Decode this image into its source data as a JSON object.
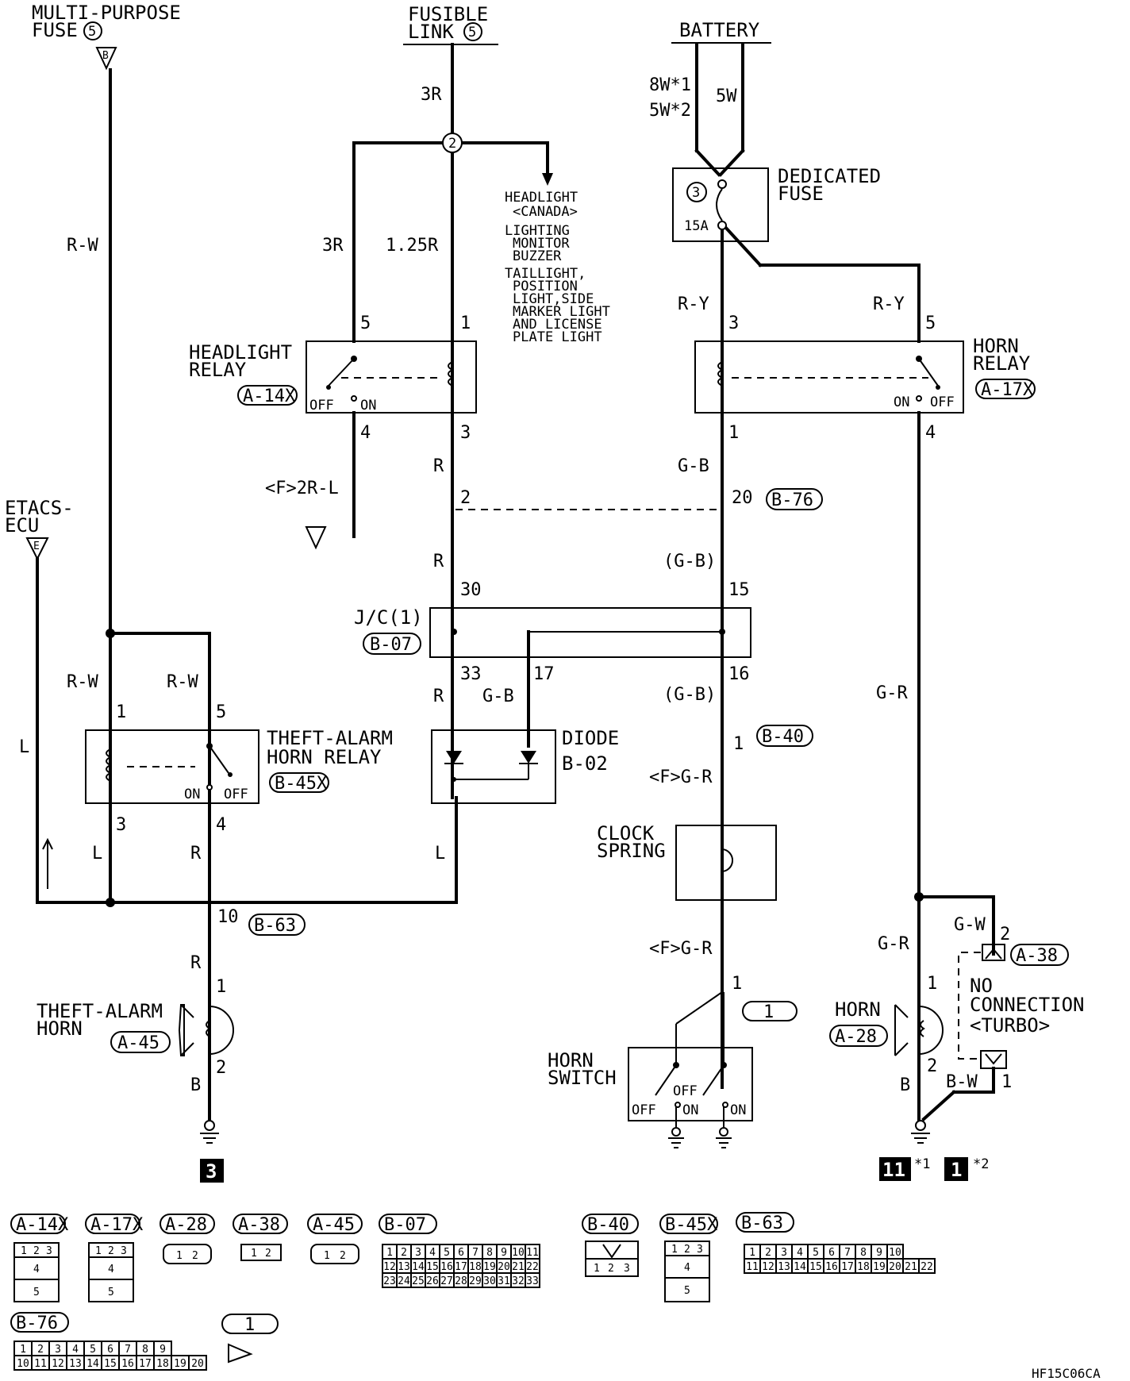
{
  "sources": {
    "multi_purpose_fuse": {
      "line1": "MULTI-PURPOSE",
      "line2": "FUSE",
      "num": "5",
      "conn": "B"
    },
    "fusible_link": {
      "line1": "FUSIBLE",
      "line2": "LINK",
      "num": "5"
    },
    "battery": {
      "label": "BATTERY",
      "wire_a1": "8W*1",
      "wire_a2": "5W*2",
      "wire_b": "5W"
    },
    "etacs": {
      "line1": "ETACS-",
      "line2": "ECU",
      "conn": "E"
    }
  },
  "dedicated_fuse": {
    "line1": "DEDICATED",
    "line2": "FUSE",
    "num": "3",
    "amp": "15A"
  },
  "splice": {
    "num": "2"
  },
  "feeds_list": {
    "i1a": "HEADLIGHT",
    "i1b": "<CANADA>",
    "i2a": "LIGHTING",
    "i2b": "MONITOR",
    "i2c": "BUZZER",
    "i3a": "TAILLIGHT,",
    "i3b": "POSITION",
    "i3c": "LIGHT,SIDE",
    "i3d": "MARKER LIGHT",
    "i3e": "AND LICENSE",
    "i3f": "PLATE LIGHT"
  },
  "wires": {
    "r_w_main": "R-W",
    "fl_3r": "3R",
    "fl_3r_branch": "3R",
    "fl_125r": "1.25R",
    "r_y_a": "R-Y",
    "r_y_b": "R-Y",
    "hl_out": "<F>2R-L",
    "r_1": "R",
    "r_2": "R",
    "r_3": "R",
    "l_1": "L",
    "l_2": "L",
    "l_3": "L",
    "g_b_1": "G-B",
    "g_b_2": "(G-B)",
    "g_b_3": "(G-B)",
    "g_b_diode": "G-B",
    "g_r_main": "G-R",
    "g_r_horn": "G-R",
    "g_w": "G-W",
    "f_g_r_1": "<F>G-R",
    "f_g_r_2": "<F>G-R",
    "r_w_1": "R-W",
    "r_w_2": "R-W",
    "r_horn": "R",
    "b_1": "B",
    "b_2": "B",
    "b_w": "B-W"
  },
  "components": {
    "headlight_relay": {
      "line1": "HEADLIGHT",
      "line2": "RELAY",
      "ref": "A-14X",
      "off": "OFF",
      "on": "ON",
      "p5": "5",
      "p1": "1",
      "p4": "4",
      "p3": "3"
    },
    "horn_relay": {
      "line1": "HORN",
      "line2": "RELAY",
      "ref": "A-17X",
      "on": "ON",
      "off": "OFF",
      "p3": "3",
      "p5": "5",
      "p1": "1",
      "p4": "4"
    },
    "connector_b76": {
      "ref": "B-76",
      "p2": "2",
      "p20": "20"
    },
    "joint": {
      "label": "J/C(1)",
      "ref": "B-07",
      "p30": "30",
      "p15": "15",
      "p33": "33",
      "p17": "17",
      "p16": "16"
    },
    "diode": {
      "line1": "DIODE",
      "line2": "B-02"
    },
    "connector_b40": {
      "ref": "B-40",
      "p1": "1"
    },
    "theft_relay": {
      "line1": "THEFT-ALARM",
      "line2": "HORN RELAY",
      "ref": "B-45X",
      "on": "ON",
      "off": "OFF",
      "p1": "1",
      "p5": "5",
      "p3": "3",
      "p4": "4"
    },
    "connector_b63": {
      "ref": "B-63",
      "p10": "10"
    },
    "clock_spring": {
      "line1": "CLOCK",
      "line2": "SPRING"
    },
    "theft_horn": {
      "line1": "THEFT-ALARM",
      "line2": "HORN",
      "ref": "A-45",
      "p1": "1",
      "p2": "2"
    },
    "horn": {
      "label": "HORN",
      "ref": "A-28",
      "p1": "1",
      "p2": "2"
    },
    "a38": {
      "ref": "A-38",
      "p2": "2",
      "p1": "1",
      "nc1": "NO",
      "nc2": "CONNECTION",
      "nc3": "<TURBO>"
    },
    "horn_switch": {
      "line1": "HORN",
      "line2": "SWITCH",
      "off1": "OFF",
      "on1": "ON",
      "off2": "OFF",
      "on2": "ON",
      "p1": "1",
      "callout": "1"
    }
  },
  "grounds": {
    "g3": "3",
    "g11": "11",
    "g11_note": "*1",
    "g1": "1",
    "g1_note": "*2"
  },
  "legend": {
    "a14x": "A-14X",
    "a17x": "A-17X",
    "a28": "A-28",
    "a38": "A-38",
    "a45": "A-45",
    "b07": "B-07",
    "b40": "B-40",
    "b45x": "B-45X",
    "b63": "B-63",
    "b76": "B-76",
    "callout": "1",
    "p1": "1",
    "p2": "2",
    "p3": "3",
    "p4": "4",
    "p5": "5",
    "b07_row1": [
      "1",
      "2",
      "3",
      "4",
      "5",
      "6",
      "7",
      "8",
      "9",
      "10",
      "11"
    ],
    "b07_row2": [
      "12",
      "13",
      "14",
      "15",
      "16",
      "17",
      "18",
      "19",
      "20",
      "21",
      "22"
    ],
    "b07_row3": [
      "23",
      "24",
      "25",
      "26",
      "27",
      "28",
      "29",
      "30",
      "31",
      "32",
      "33"
    ],
    "b63_row1": [
      "1",
      "2",
      "3",
      "4",
      "5",
      "6",
      "7",
      "8",
      "9",
      "10"
    ],
    "b63_row2": [
      "11",
      "12",
      "13",
      "14",
      "15",
      "16",
      "17",
      "18",
      "19",
      "20",
      "21",
      "22"
    ],
    "b76_row1": [
      "1",
      "2",
      "3",
      "4",
      "5",
      "6",
      "7",
      "8",
      "9"
    ],
    "b76_row2": [
      "10",
      "11",
      "12",
      "13",
      "14",
      "15",
      "16",
      "17",
      "18",
      "19",
      "20"
    ]
  },
  "code": "HF15C06CA"
}
